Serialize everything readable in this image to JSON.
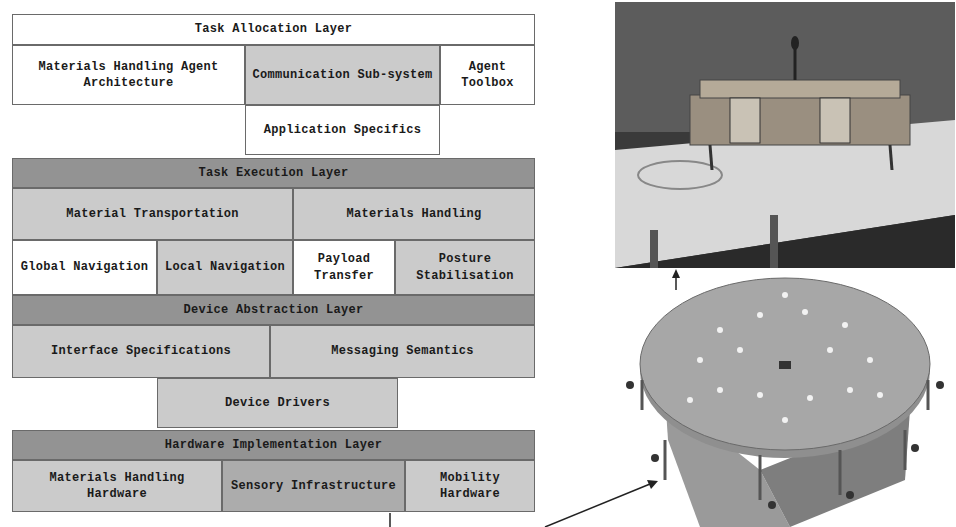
{
  "diagram": {
    "nodes": [
      {
        "text": [
          "Task Allocation Layer"
        ]
      },
      {
        "text": [
          "Materials Handling Agent Architecture"
        ]
      },
      {
        "text": [
          "Communication Sub-system"
        ]
      },
      {
        "text": [
          "Agent Toolbox"
        ]
      },
      {
        "text": [
          "Application Specifics"
        ]
      },
      {
        "text": [
          "Task Execution Layer"
        ]
      },
      {
        "text": [
          "Material Transportation"
        ]
      },
      {
        "text": [
          "Materials Handling"
        ]
      },
      {
        "text": [
          "Global Navigation"
        ]
      },
      {
        "text": [
          "Local Navigation"
        ]
      },
      {
        "text": [
          "Payload Transfer"
        ]
      },
      {
        "text": [
          "Posture Stabilisation"
        ]
      },
      {
        "text": [
          "Device Abstraction Layer"
        ]
      },
      {
        "text": [
          "Interface Specifications"
        ]
      },
      {
        "text": [
          "Messaging Semantics"
        ]
      },
      {
        "text": [
          "Device Drivers"
        ]
      },
      {
        "text": [
          "Hardware Implementation Layer"
        ]
      },
      {
        "text": [
          "Materials Handling Hardware"
        ]
      },
      {
        "text": [
          "Sensory Infrastructure"
        ]
      },
      {
        "text": [
          "Mobility Hardware"
        ]
      }
    ]
  }
}
